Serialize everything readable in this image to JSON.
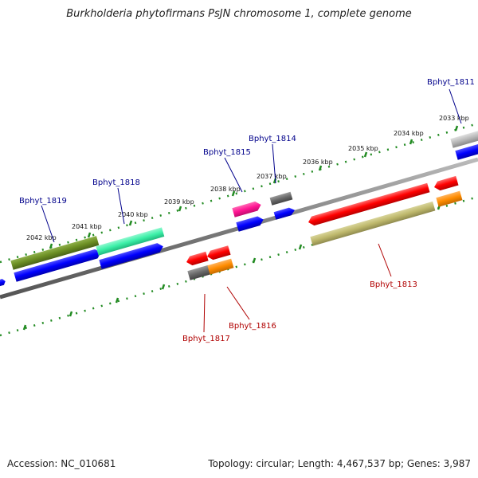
{
  "title": "Burkholderia phytofirmans PsJN chromosome 1, complete genome",
  "footer": {
    "accession": "Accession: NC_010681",
    "topology": "Topology: circular; Length: 4,467,537 bp; Genes: 3,987"
  },
  "scale_labels": [
    "2042 kbp",
    "2041 kbp",
    "2040 kbp",
    "2039 kbp",
    "2038 kbp",
    "2037 kbp",
    "2036 kbp",
    "2035 kbp",
    "2034 kbp",
    "2033 kbp"
  ],
  "gene_labels": {
    "Bphyt_1811": "Bphyt_1811",
    "Bphyt_1813": "Bphyt_1813",
    "Bphyt_1814": "Bphyt_1814",
    "Bphyt_1815": "Bphyt_1815",
    "Bphyt_1816": "Bphyt_1816",
    "Bphyt_1817": "Bphyt_1817",
    "Bphyt_1818": "Bphyt_1818",
    "Bphyt_1819": "Bphyt_1819"
  },
  "colors": {
    "backbone": "#808080",
    "ruler_ticks": "#228b22",
    "cds_strand": "#0000ff",
    "gene_blue_label": "#00008b",
    "gene_red_label": "#b00000",
    "olive_gene": "#6b8e23",
    "spring_green_gene": "#3cf0a8",
    "magenta_gene": "#ff1493",
    "red_gene": "#ff0000",
    "khaki_gene": "#bdb76b",
    "orange_gene": "#ff8c00",
    "gray_gene": "#696969"
  }
}
